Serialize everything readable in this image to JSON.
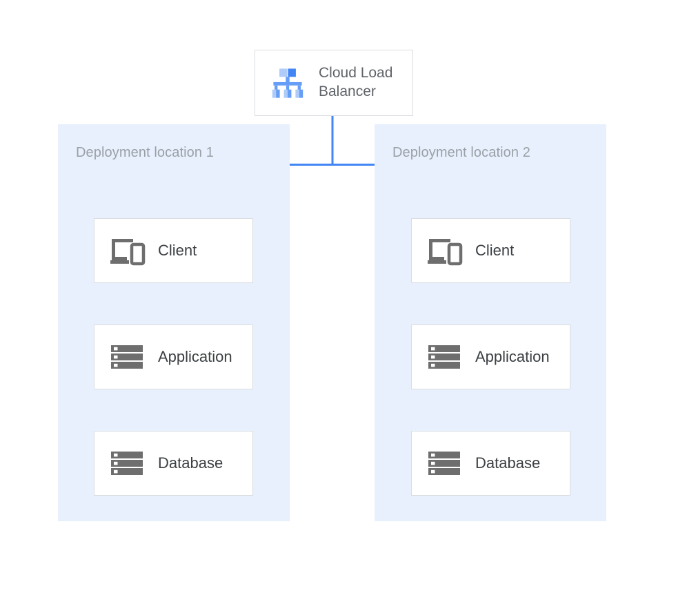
{
  "diagram": {
    "type": "architecture-diagram",
    "background_color": "#ffffff",
    "accent_color": "#4285f4",
    "panel_color": "#e8f0fe",
    "card_border_color": "#dadce0",
    "label_color": "#3c4043",
    "muted_label_color": "#9aa0a6",
    "load_balancer": {
      "label": "Cloud Load Balancer",
      "icon": "load-balancer-tree-icon"
    },
    "panels": [
      {
        "id": "deployment-location-1",
        "label": "Deployment location 1",
        "nodes": [
          {
            "id": "client",
            "label": "Client",
            "icon": "devices-icon"
          },
          {
            "id": "application",
            "label": "Application",
            "icon": "server-stack-icon"
          },
          {
            "id": "database",
            "label": "Database",
            "icon": "server-stack-icon"
          }
        ]
      },
      {
        "id": "deployment-location-2",
        "label": "Deployment location 2",
        "nodes": [
          {
            "id": "client",
            "label": "Client",
            "icon": "devices-icon"
          },
          {
            "id": "application",
            "label": "Application",
            "icon": "server-stack-icon"
          },
          {
            "id": "database",
            "label": "Database",
            "icon": "server-stack-icon"
          }
        ]
      }
    ],
    "connections": [
      {
        "from": "load-balancer",
        "to": "deployment-location-1.client",
        "style": "elbow-arrow"
      },
      {
        "from": "load-balancer",
        "to": "deployment-location-2.client",
        "style": "elbow-arrow"
      },
      {
        "from": "deployment-location-1.client",
        "to": "deployment-location-1.application",
        "style": "straight-arrow"
      },
      {
        "from": "deployment-location-1.application",
        "to": "deployment-location-1.database",
        "style": "straight-arrow"
      },
      {
        "from": "deployment-location-2.client",
        "to": "deployment-location-2.application",
        "style": "straight-arrow"
      },
      {
        "from": "deployment-location-2.application",
        "to": "deployment-location-2.database",
        "style": "straight-arrow"
      }
    ]
  }
}
